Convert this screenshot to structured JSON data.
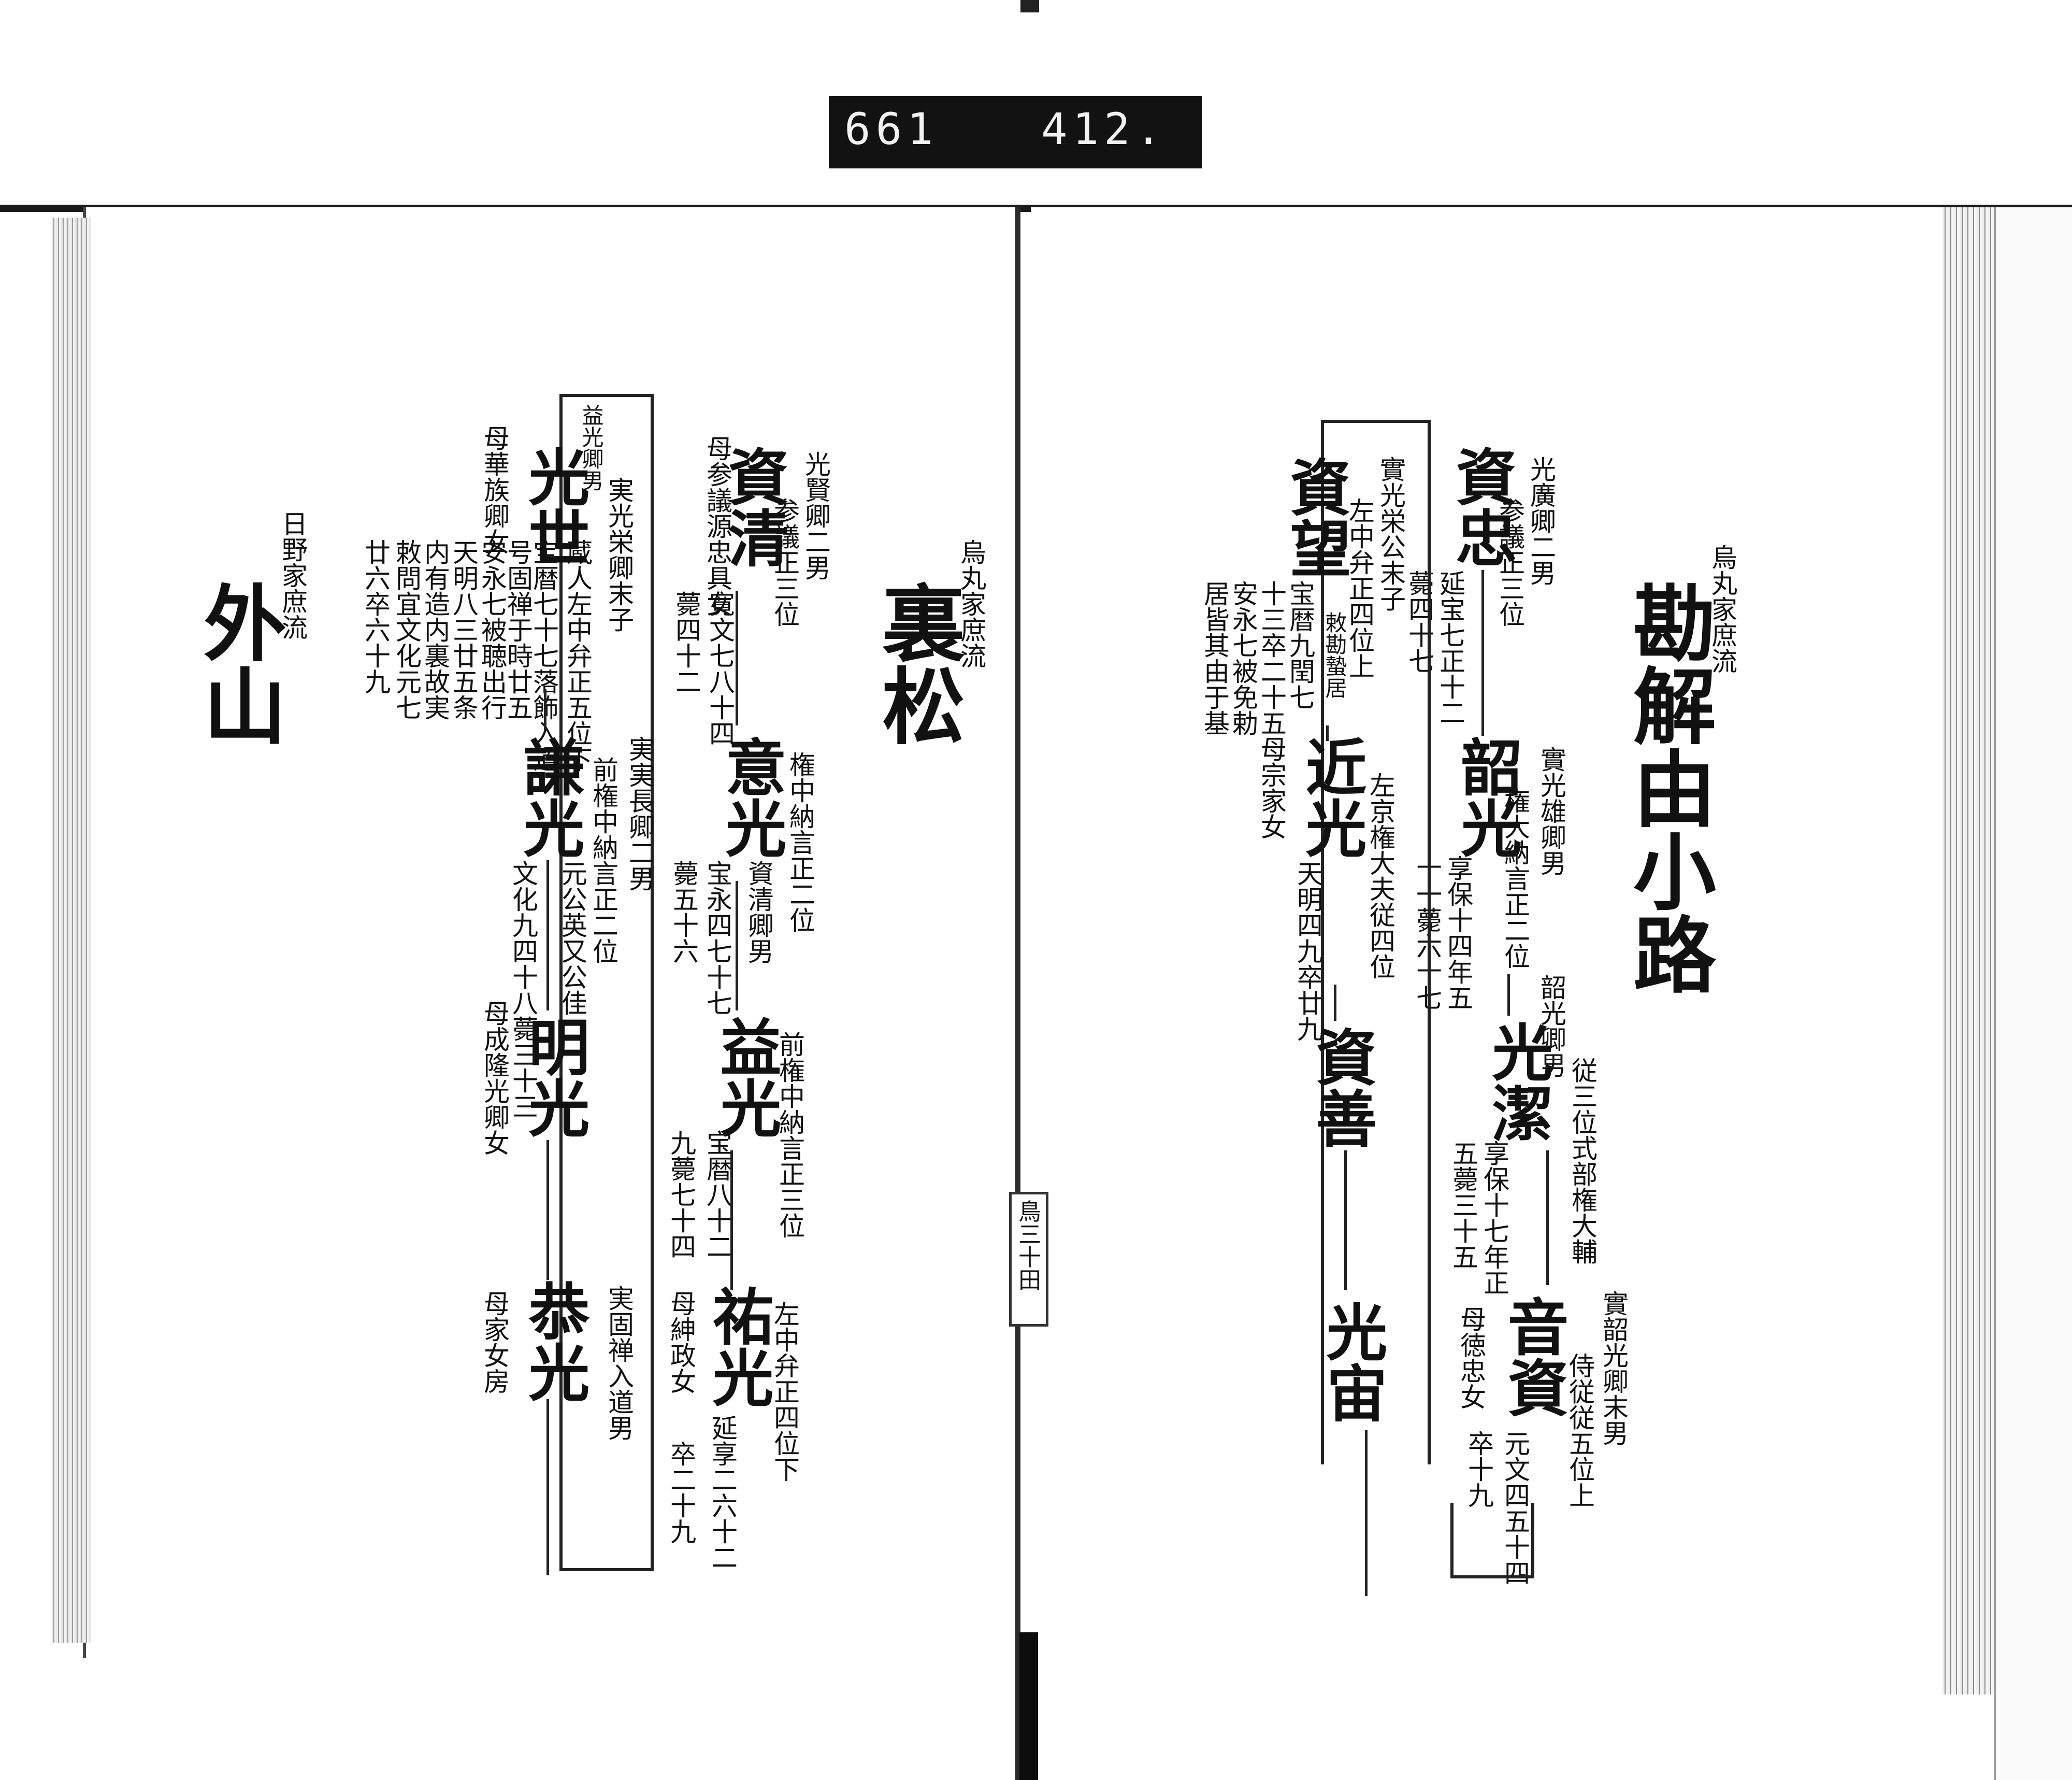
{
  "film_label": {
    "left": "661",
    "right": "412."
  },
  "left_page": {
    "toyama": {
      "lineage": "日野家庶流",
      "title": "外山"
    },
    "uramatsu": {
      "lineage": "烏丸家庶流",
      "title": "裏松"
    },
    "sukekiyo": {
      "parent": "光賢卿二男",
      "rank": "参議正三位",
      "dates": "寛文七八十四",
      "death": "薨四十二",
      "mother": "母参議源忠具女",
      "name": "資清"
    },
    "mitsumitsu": {
      "rank": "権中納言正二位",
      "parent": "資清卿男",
      "dates": "宝永四七十七",
      "death": "薨五十六",
      "name": "意光"
    },
    "masumitsu": {
      "rank": "前権中納言正三位",
      "dates": "宝暦八十二",
      "death": "九薨七十四",
      "name": "益光"
    },
    "sukemitsu": {
      "rank": "左中弁正四位下",
      "mother": "母紳政女",
      "dates": "延享二六十二",
      "death": "卒二十九",
      "name": "祐光"
    },
    "mitsuyo": {
      "note": "益光卿男",
      "adopt": "実光栄卿末子",
      "title": "蔵人左中弁正五位下",
      "d1": "宝暦七十七落飾入道",
      "d2": "号固禅于時廿五",
      "d3": "安永七被聴出行",
      "d4": "天明八三廿五条",
      "d5": "内有造内裏故実",
      "d6": "敕問宜文化元七",
      "d7": "廿六卒六十九",
      "mother": "母華族卿女",
      "name": "光世"
    },
    "kenmitsu": {
      "adopt": "実実長卿二男",
      "rank": "前権中納言正二位",
      "note": "元公英又公佳",
      "dates": "文化九四十八薨三十三",
      "name": "謙光"
    },
    "akimitsu": {
      "mother": "母成隆光卿女",
      "name": "明光"
    },
    "kyomitsu": {
      "note": "実固禅入道男",
      "mother": "母家女房",
      "name": "恭光"
    }
  },
  "right_page": {
    "kadenokoji": {
      "lineage": "烏丸家庶流",
      "title": "勘解由小路"
    },
    "suketada": {
      "parent": "光廣卿二男",
      "rank": "参議正三位",
      "dates": "延宝七正十二",
      "death": "薨四十七",
      "name": "資忠"
    },
    "akimitsu2": {
      "parent": "實光雄卿男",
      "rank": "権大納言正二位",
      "dates": "享保十四年五",
      "death": "十一薨六十七",
      "name": "韶光"
    },
    "mitsukiyo": {
      "parent": "韶光卿男",
      "rank": "従三位式部権大輔",
      "dates": "享保十七年正",
      "death": "五薨三十五",
      "name": "光潔"
    },
    "otosuke": {
      "parent": "實韶光卿末男",
      "rank": "侍従従五位上",
      "mother": "母徳忠女",
      "dates": "元文四五十四",
      "death": "卒十九",
      "name": "音資"
    },
    "sukemochi": {
      "adopt": "實光栄公末子",
      "rank": "左中弁正四位上",
      "note": "敕勘蟄居",
      "d1": "宝暦九閏七",
      "d2": "十三卒二十五",
      "d3": "安永七被免勅",
      "d4": "居皆其由于基",
      "name": "資望"
    },
    "chikamitsu": {
      "rank": "左京権大夫従四位",
      "mother": "母宗家女",
      "dates": "天明四九卒廿九",
      "name": "近光"
    },
    "suketomo": {
      "name": "資善"
    },
    "mitsuoki": {
      "name": "光宙"
    }
  },
  "fold_mark": "鳥三十田"
}
